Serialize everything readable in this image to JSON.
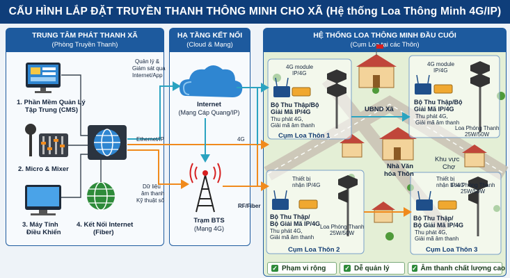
{
  "title": "CẤU HÌNH LẮP ĐẶT TRUYỀN THANH THÔNG MINH CHO XÃ (Hệ thống Loa Thông Minh 4G/IP)",
  "left_panel": {
    "title": "TRUNG TÂM PHÁT THANH XÃ",
    "subtitle": "(Phòng Truyền Thanh)",
    "item1": "1. Phần Mềm Quản Lý",
    "item1b": "Tập Trung (CMS)",
    "item2": "2. Micro & Mixer",
    "item3": "3. Máy Tính",
    "item3b": "Điều Khiển",
    "item4": "4. Kết Nối Internet",
    "item4b": "(Fiber)"
  },
  "mid_panel": {
    "title": "HẠ TẦNG KẾT NỐI",
    "subtitle": "(Cloud & Mạng)",
    "internet": "Internet",
    "internet_sub": "(Mạng Cáp Quang/IP)",
    "bts": "Trạm BTS",
    "bts_sub": "(Mạng 4G)"
  },
  "right_panel": {
    "title": "HỆ THỐNG LOA THÔNG MINH ĐẦU CUỐI",
    "subtitle": "(Cụm Loa tại các Thôn)"
  },
  "links": {
    "manage_1": "Quản lý &",
    "manage_2": "Giám sát qua",
    "manage_3": "Internet/App",
    "ethernet": "Ethernet/IP",
    "data_1": "Dữ liệu",
    "data_2": "âm thanh",
    "data_3": "Kỹ thuật số",
    "fourg": "4G",
    "rf": "RF/Fiber"
  },
  "clusters": {
    "module": "4G module",
    "module_b": "IP/4G",
    "device_1": "Thiết bị",
    "device_2": "nhận IP/4G",
    "decoder_1": "Bộ Thu Thập/Bộ",
    "decoder_2": "Giải Mã IP/4G",
    "decoder_3": "Bộ Thu Thập/",
    "decoder_4": "Bộ Giải Mã IP/4G",
    "tx_1": "Thu phát 4G,",
    "tx_2": "Giải mã âm thanh",
    "speaker_1": "Loa Phóng Thanh",
    "speaker_2": "25W/50W",
    "c1": "Cụm Loa Thôn 1",
    "c2": "Cụm Loa Thôn 2",
    "c3": "Cụm Loa Thôn 3"
  },
  "places": {
    "ubnd": "UBND Xã",
    "nha_van_hoa_1": "Nhà Văn",
    "nha_van_hoa_2": "hóa Thôn",
    "khu_vuc_1": "Khu vực",
    "khu_vuc_2": "Chợ"
  },
  "features": [
    "Phạm vi rộng",
    "Dễ quản lý",
    "Âm thanh chất lượng cao"
  ],
  "colors": {
    "navy": "#0f3e7a",
    "blue": "#1d5a9e",
    "orange": "#f08a1c",
    "teal": "#2aa3c0",
    "green": "#2e8b3a"
  }
}
